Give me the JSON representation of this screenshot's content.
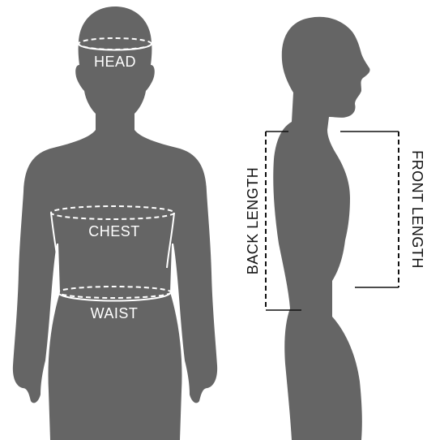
{
  "colors": {
    "background": "#ffffff",
    "silhouette": "#656565",
    "measure_line_light": "#ffffff",
    "measure_line_dark": "#111111"
  },
  "labels": {
    "head": "HEAD",
    "chest": "CHEST",
    "waist": "WAIST",
    "back_length": "BACK LENGTH",
    "front_length": "FRONT LENGTH"
  }
}
